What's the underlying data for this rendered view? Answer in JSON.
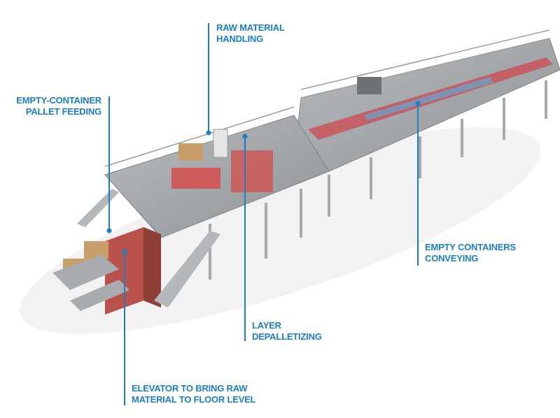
{
  "accent_color": "#1b7fc3",
  "labels": {
    "raw_material": {
      "line1": "RAW MATERIAL",
      "line2": "HANDLING"
    },
    "pallet_feeding": {
      "line1": "EMPTY-CONTAINER",
      "line2": "PALLET FEEDING"
    },
    "conveying": {
      "line1": "EMPTY CONTAINERS",
      "line2": "CONVEYING"
    },
    "depalletizing": {
      "line1": "LAYER",
      "line2": "DEPALLETIZING"
    },
    "elevator": {
      "line1": "ELEVATOR TO BRING RAW",
      "line2": "MATERIAL TO FLOOR LEVEL"
    }
  }
}
